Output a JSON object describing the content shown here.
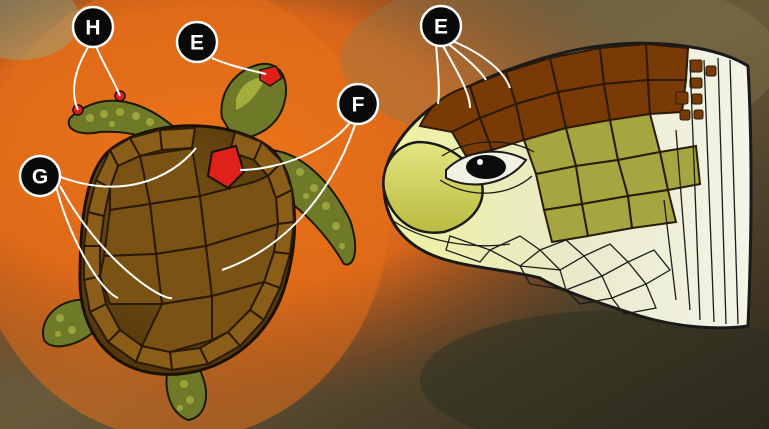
{
  "labels": {
    "h": "H",
    "e_top": "E",
    "e_head": "E",
    "f": "F",
    "g": "G"
  },
  "colors": {
    "carapace": "#6b4a12",
    "carapace_scute": "#8a5e18",
    "flipper": "#6f7a28",
    "head_scute": "#7a3a06",
    "head_light": "#a6a640",
    "highlight_red": "#e0201a",
    "skin_pale": "#e6e8b4",
    "background_orange": "#e8701a",
    "background_dark": "#3a3020"
  }
}
